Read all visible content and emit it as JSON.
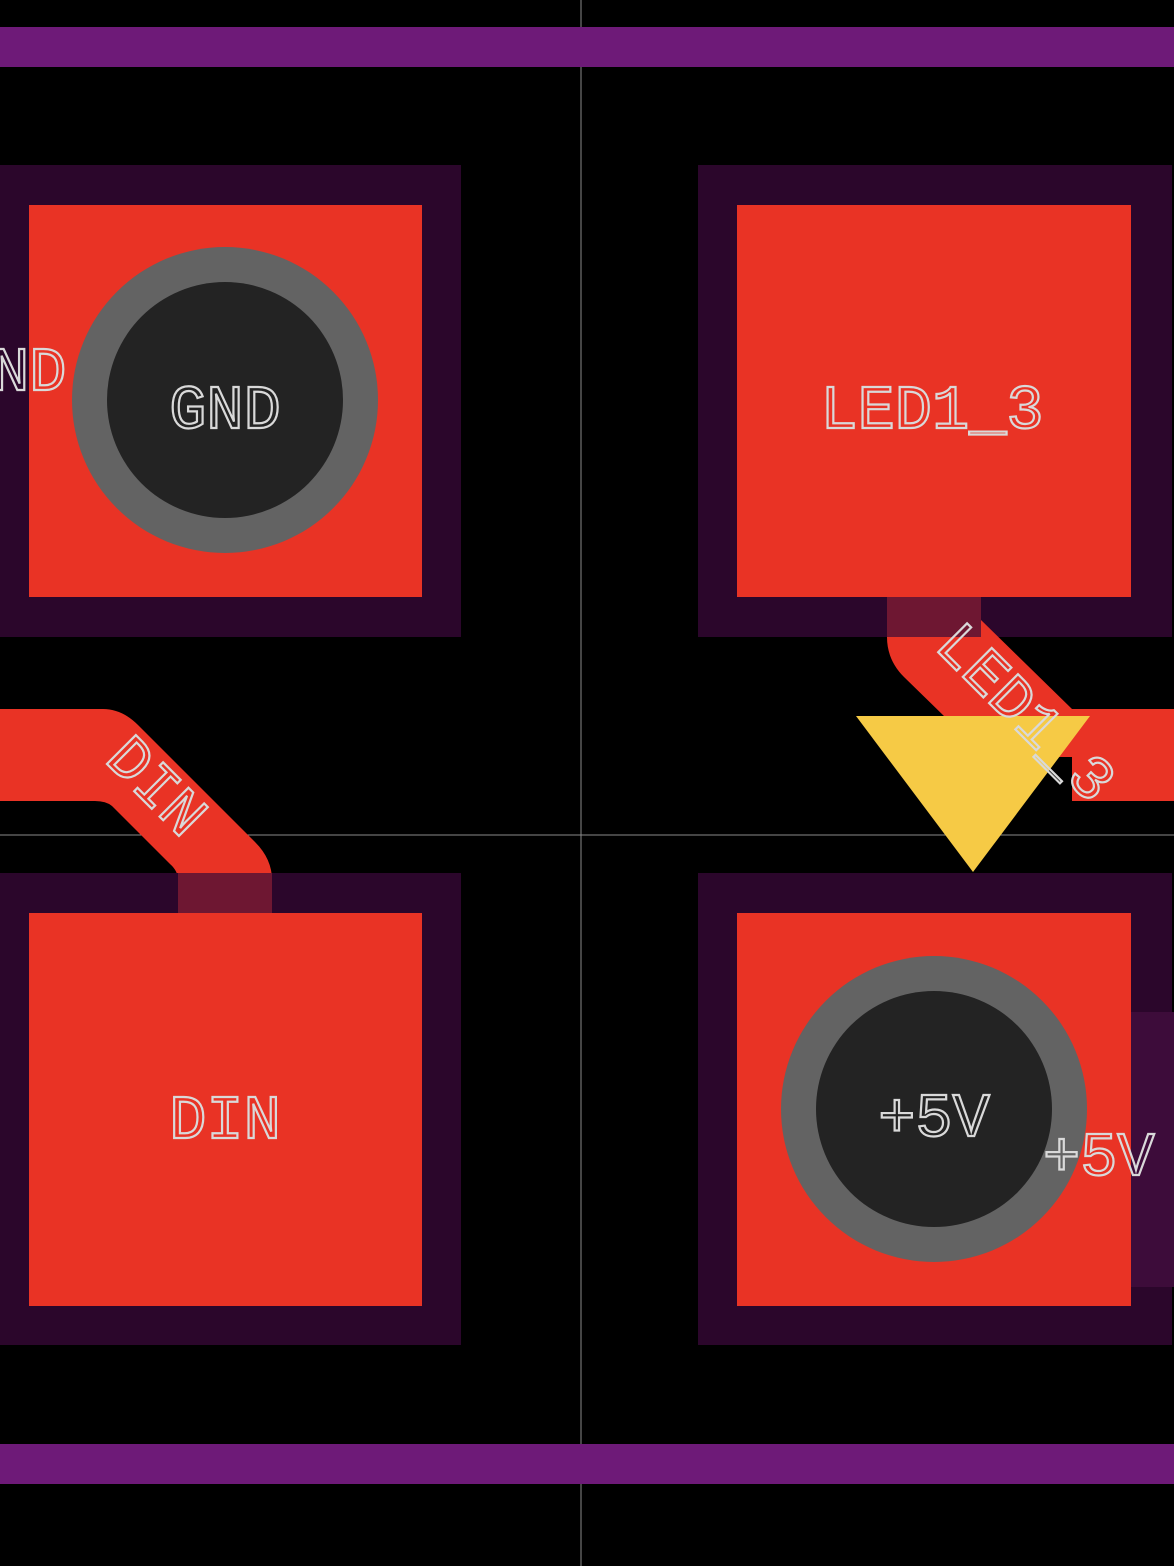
{
  "view": {
    "type": "pcb-editor-canvas",
    "colors": {
      "background": "#000000",
      "board_edge": "#6e1a78",
      "pad_copper": "#e93325",
      "solder_mask_margin": "#2b062b",
      "trace_copper": "#e93325",
      "trace_under_mask": "#6e1732",
      "via_ring": "#636363",
      "via_hole": "#232323",
      "marker": "#f6ca45",
      "crosshair": "#8a8a8a",
      "label": "#d9d9d9"
    }
  },
  "pads": [
    {
      "id": "pad-gnd",
      "label": "GND",
      "has_via": true
    },
    {
      "id": "pad-led1-3",
      "label": "LED1_3",
      "has_via": false
    },
    {
      "id": "pad-din",
      "label": "DIN",
      "has_via": false
    },
    {
      "id": "pad-5v",
      "label": "+5V",
      "has_via": true
    }
  ],
  "traces": [
    {
      "id": "trace-din",
      "net": "DIN"
    },
    {
      "id": "trace-led1-3",
      "net": "LED1_3"
    },
    {
      "id": "trace-gnd-left",
      "net": "GND"
    },
    {
      "id": "trace-5v-right",
      "net": "+5V"
    }
  ],
  "labels": {
    "gnd_partial": "ND",
    "din_trace": "DIN",
    "led_trace": "LED1_3",
    "plus5v_partial": "+5V"
  },
  "marker": {
    "icon": "triangle-marker-icon",
    "meaning": "cursor/anchor marker"
  }
}
